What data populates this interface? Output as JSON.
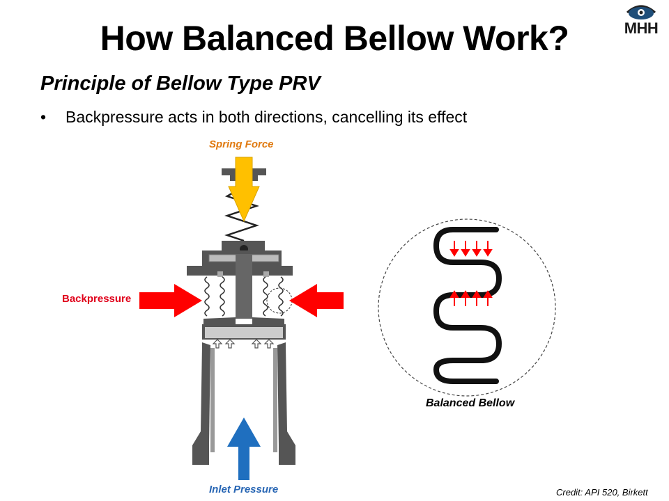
{
  "slide": {
    "title": "How Balanced Bellow Work?",
    "subtitle": "Principle of Bellow Type PRV",
    "bullet": "Backpressure acts in both directions, cancelling its effect",
    "bullet_marker": "•"
  },
  "logo": {
    "text": "MHH",
    "icon": "eye-icon",
    "color": "#1f4e79"
  },
  "diagram": {
    "spring_force_label": "Spring Force",
    "backpressure_label": "Backpressure",
    "inlet_pressure_label": "Inlet Pressure",
    "balanced_bellow_label": "Balanced Bellow"
  },
  "credit": "Credit: API 520,  Birkett",
  "colors": {
    "spring_arrow": "#ffc000",
    "backpressure_arrow": "#ff0000",
    "inlet_arrow": "#1f6fbf",
    "body": "#555555"
  }
}
